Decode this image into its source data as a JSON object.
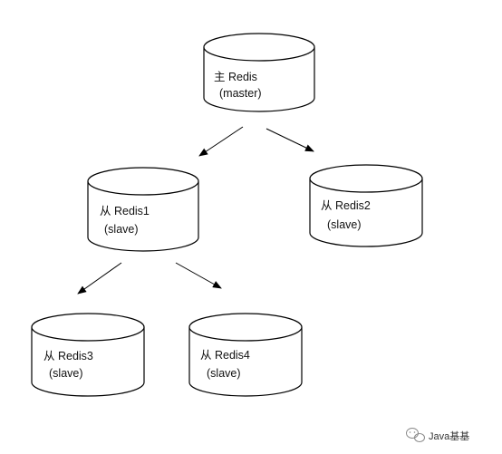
{
  "nodes": {
    "master": {
      "line1": "主 Redis",
      "line2": "(master)"
    },
    "redis1": {
      "line1": "从 Redis1",
      "line2": "(slave)"
    },
    "redis2": {
      "line1": "从 Redis2",
      "line2": "(slave)"
    },
    "redis3": {
      "line1": "从 Redis3",
      "line2": "(slave)"
    },
    "redis4": {
      "line1": "从 Redis4",
      "line2": "(slave)"
    }
  },
  "edges": [
    {
      "from": "master",
      "to": "redis1"
    },
    {
      "from": "master",
      "to": "redis2"
    },
    {
      "from": "redis1",
      "to": "redis3"
    },
    {
      "from": "redis1",
      "to": "redis4"
    }
  ],
  "watermark": {
    "icon": "wechat-icon",
    "text": "Java基基"
  }
}
